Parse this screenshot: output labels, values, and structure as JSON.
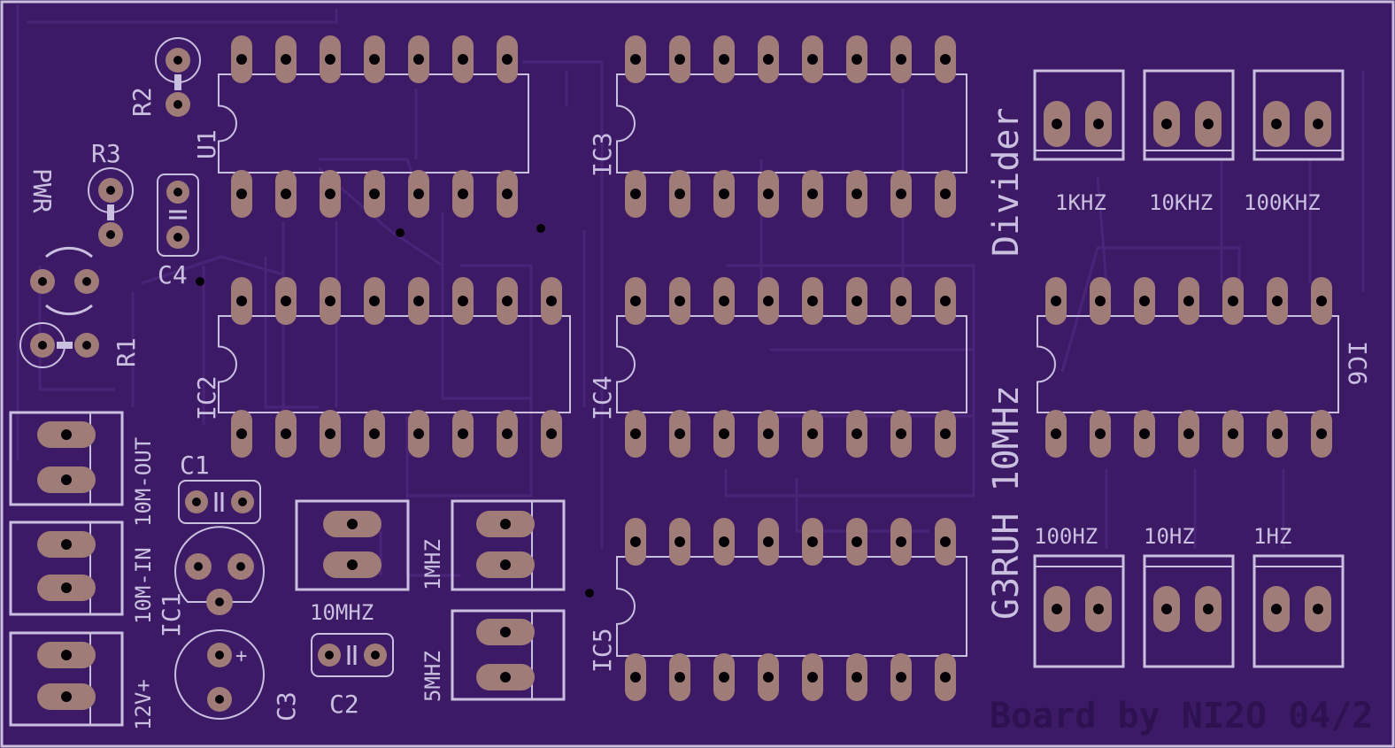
{
  "board": {
    "title_line1": "Divider",
    "title_line2": "G3RUH 10MHz",
    "credit": "Board by NI2O 04/2",
    "colors": {
      "substrate": "#3d1a66",
      "trace": "#4a2478",
      "silk": "#c9c0e0",
      "pad": "#a07c78",
      "drill": "#050208",
      "credit": "#2e1150"
    }
  },
  "ics": [
    {
      "label": "U1"
    },
    {
      "label": "IC2"
    },
    {
      "label": "IC3"
    },
    {
      "label": "IC4"
    },
    {
      "label": "IC5"
    },
    {
      "label": "IC6"
    }
  ],
  "connectors": [
    {
      "label": "1KHZ"
    },
    {
      "label": "10KHZ"
    },
    {
      "label": "100KHZ"
    },
    {
      "label": "100HZ"
    },
    {
      "label": "10HZ"
    },
    {
      "label": "1HZ"
    },
    {
      "label": "1MHZ"
    },
    {
      "label": "5MHZ"
    },
    {
      "label": "10MHZ"
    },
    {
      "label": "10M-OUT"
    },
    {
      "label": "10M-IN"
    },
    {
      "label": "12V+"
    }
  ],
  "parts": {
    "r1": "R1",
    "r2": "R2",
    "r3": "R3",
    "pwr": "PWR",
    "c1": "C1",
    "c2": "C2",
    "c3": "C3",
    "c4": "C4",
    "ic1": "IC1",
    "c3_plus": "+"
  }
}
